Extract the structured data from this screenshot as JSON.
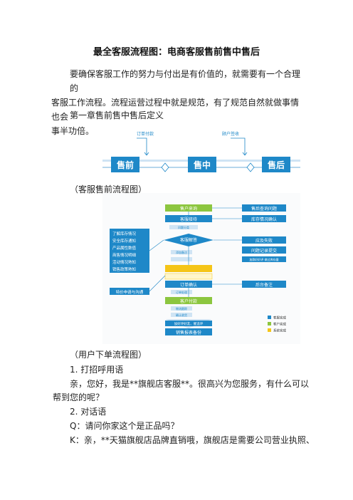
{
  "doc": {
    "title": "最全客服流程图：电商客服售前售中售后",
    "intro": [
      "要确保客服工作的努力与付出是有价值的，就需要有一个合理的",
      "客服工作流程。流程运营过程中就是规范，有了规范自然就做事情也会",
      "事半功倍。"
    ],
    "chapter": "第一章售前售中售后定义",
    "caption1": "（客服售前流程图）",
    "caption2": "（用户下单流程图）",
    "item1": "1. 打招呼用语",
    "greet": [
      "亲，您好，我是**旗舰店客服**。很高兴为您服务，有什么可以",
      "帮到您的呢？"
    ],
    "item2": "2. 对话语",
    "q": "Q：请问你家这个是正品吗？",
    "k": "K：亲，**天猫旗舰店品牌直销哦，旗舰店是需要公司营业执照、"
  },
  "diagram1": {
    "top_labels": [
      "订单付款",
      "顾户签收"
    ],
    "stages": [
      "售前",
      "售中",
      "售后"
    ],
    "colors": {
      "accent": "#1e88c8",
      "stage_bg": "#1e88c8",
      "track": "#9ec9e6"
    }
  },
  "diagram2": {
    "center_steps": [
      "售户来询",
      "客服接待",
      "问题分类",
      "客服解答",
      "添加备注",
      "订单确认",
      "订单处理",
      "客户付款",
      "物流跟踪",
      "确认收货",
      "加好评好友、催追评",
      "销售报表备份"
    ],
    "left_list": [
      "了解库存情况",
      "安全库存通知",
      "产品属性数值",
      "商售情况明细",
      "活动情况熟知",
      "销售政策熟知"
    ],
    "left_bottom": "特价申请与沟通",
    "right_steps": [
      "售后查询问题",
      "库存情况确认",
      "应及失败",
      "问题记录提交",
      "后台备注"
    ],
    "right_note": "加群好好评  做过库存量",
    "legend": [
      "客服完成",
      "客户完成",
      "系统完成"
    ],
    "colors": {
      "blue": "#1e88c8",
      "green": "#8cc63f",
      "yellow": "#f5c518",
      "light": "#cfe4f4"
    }
  }
}
